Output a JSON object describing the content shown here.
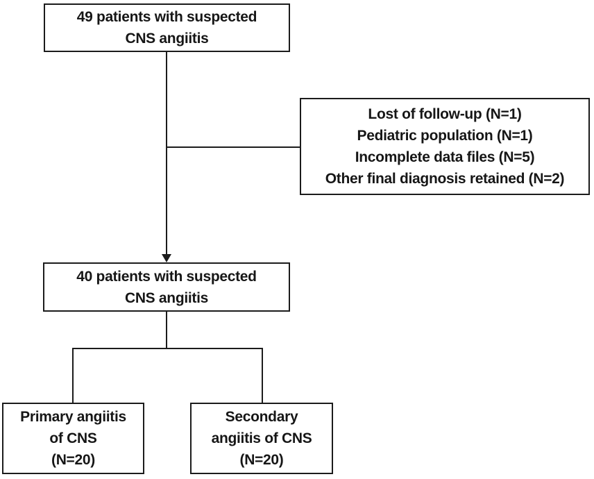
{
  "flowchart": {
    "colors": {
      "background": "#ffffff",
      "line": "#1b1b1b",
      "text": "#161616"
    },
    "nodes": {
      "initial": {
        "lines": [
          "49 patients with suspected",
          "CNS angiitis"
        ]
      },
      "exclusions": {
        "lines": [
          "Lost of follow-up (N=1)",
          "Pediatric population (N=1)",
          "Incomplete data files (N=5)",
          "Other final diagnosis retained (N=2)"
        ]
      },
      "included": {
        "lines": [
          "40 patients with suspected",
          "CNS angiitis"
        ]
      },
      "primary": {
        "lines": [
          "Primary angiitis",
          "of CNS",
          "(N=20)"
        ]
      },
      "secondary": {
        "lines": [
          "Secondary",
          "angiitis of CNS",
          "(N=20)"
        ]
      }
    }
  }
}
